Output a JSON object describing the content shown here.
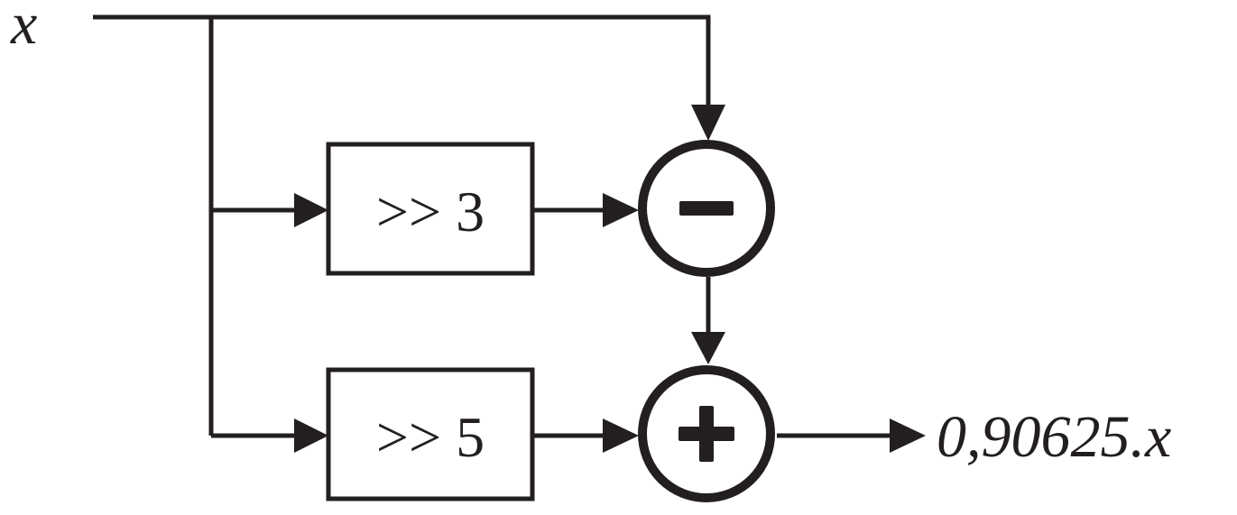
{
  "diagram": {
    "input_label": "x",
    "output_label": "0,90625.x",
    "blocks": [
      {
        "id": "shift3",
        "label": ">> 3"
      },
      {
        "id": "shift5",
        "label": ">> 5"
      }
    ],
    "operators": [
      {
        "id": "subtract",
        "symbol": "minus"
      },
      {
        "id": "add",
        "symbol": "plus"
      }
    ],
    "colors": {
      "stroke": "#231f20",
      "background": "#ffffff"
    }
  }
}
